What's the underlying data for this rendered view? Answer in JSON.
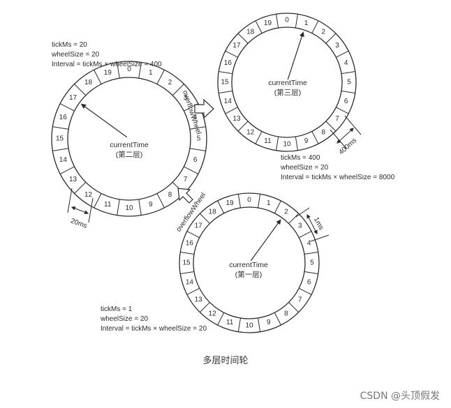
{
  "wheels": {
    "layer2": {
      "slots": [
        "0",
        "1",
        "2",
        "3",
        "4",
        "5",
        "6",
        "7",
        "8",
        "9",
        "10",
        "11",
        "12",
        "13",
        "14",
        "15",
        "16",
        "17",
        "18",
        "19"
      ],
      "center": [
        "currentTime",
        "(第二层)"
      ],
      "info": [
        "tickMs = 20",
        "wheelSize = 20",
        "Interval = tickMs × wheelSize = 400"
      ],
      "tick_label": "20ms",
      "pointer_slot": 17
    },
    "layer3": {
      "slots": [
        "0",
        "1",
        "2",
        "3",
        "4",
        "5",
        "6",
        "7",
        "8",
        "9",
        "10",
        "11",
        "12",
        "13",
        "14",
        "15",
        "16",
        "17",
        "18",
        "19"
      ],
      "center": [
        "currentTime",
        "(第三层)"
      ],
      "info": [
        "tickMs = 400",
        "wheelSize = 20",
        "Interval = tickMs × wheelSize = 8000"
      ],
      "tick_label": "400ms",
      "pointer_slot": 1
    },
    "layer1": {
      "slots": [
        "0",
        "1",
        "2",
        "3",
        "4",
        "5",
        "6",
        "7",
        "8",
        "9",
        "10",
        "11",
        "12",
        "13",
        "14",
        "15",
        "16",
        "17",
        "18",
        "19"
      ],
      "center": [
        "currentTime",
        "(第一层)"
      ],
      "info": [
        "tickMs = 1",
        "wheelSize = 20",
        "Interval = tickMs × wheelSize = 20"
      ],
      "tick_label": "1ms",
      "pointer_slot": 2
    }
  },
  "overflow_label": "overflowWheel",
  "caption": "多层时间轮",
  "watermark": "CSDN @头顶假发"
}
